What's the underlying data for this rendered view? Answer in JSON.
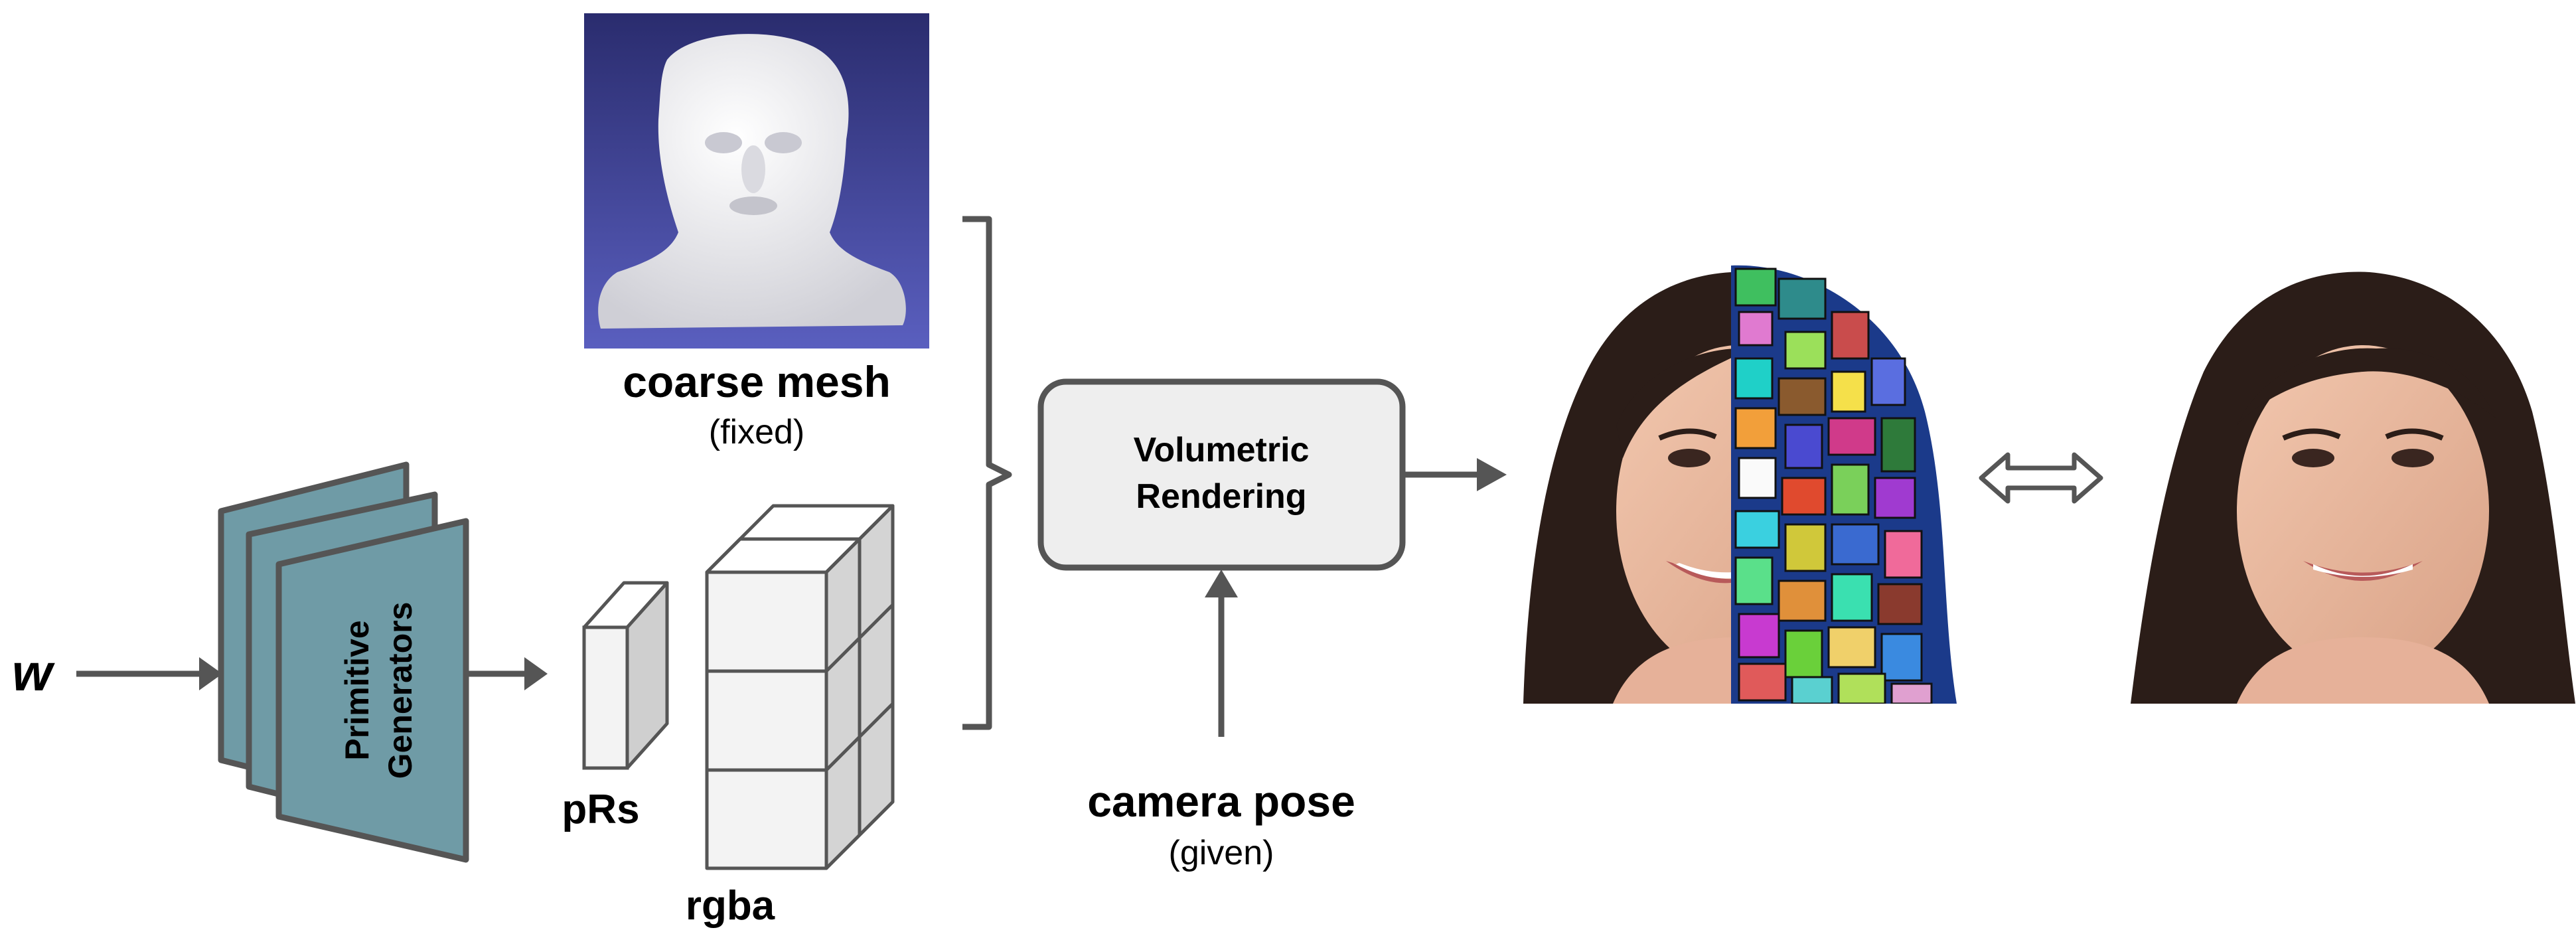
{
  "labels": {
    "input_w": "w",
    "primitive_generators_line1": "Primitive",
    "primitive_generators_line2": "Generators",
    "prs": "pRs",
    "rgba": "rgba",
    "coarse_mesh": "coarse mesh",
    "coarse_mesh_note": "(fixed)",
    "volumetric_rendering_line1": "Volumetric",
    "volumetric_rendering_line2": "Rendering",
    "camera_pose": "camera pose",
    "camera_pose_note": "(given)"
  },
  "colors": {
    "generator_fill": "#6f9ba6",
    "stroke": "#555555",
    "box_fill": "#eeeeee",
    "cube_front": "#f3f3f3",
    "cube_top": "#ffffff",
    "cube_side": "#cfcfcf",
    "mesh_bg_top": "#2a2c6e",
    "mesh_bg_bottom": "#5a5fbf"
  },
  "icons": {
    "mesh": "coarse-mesh-render",
    "primitives_face": "face-primitive-split-render",
    "final_face": "face-render",
    "equivalence": "double-arrow-icon"
  }
}
